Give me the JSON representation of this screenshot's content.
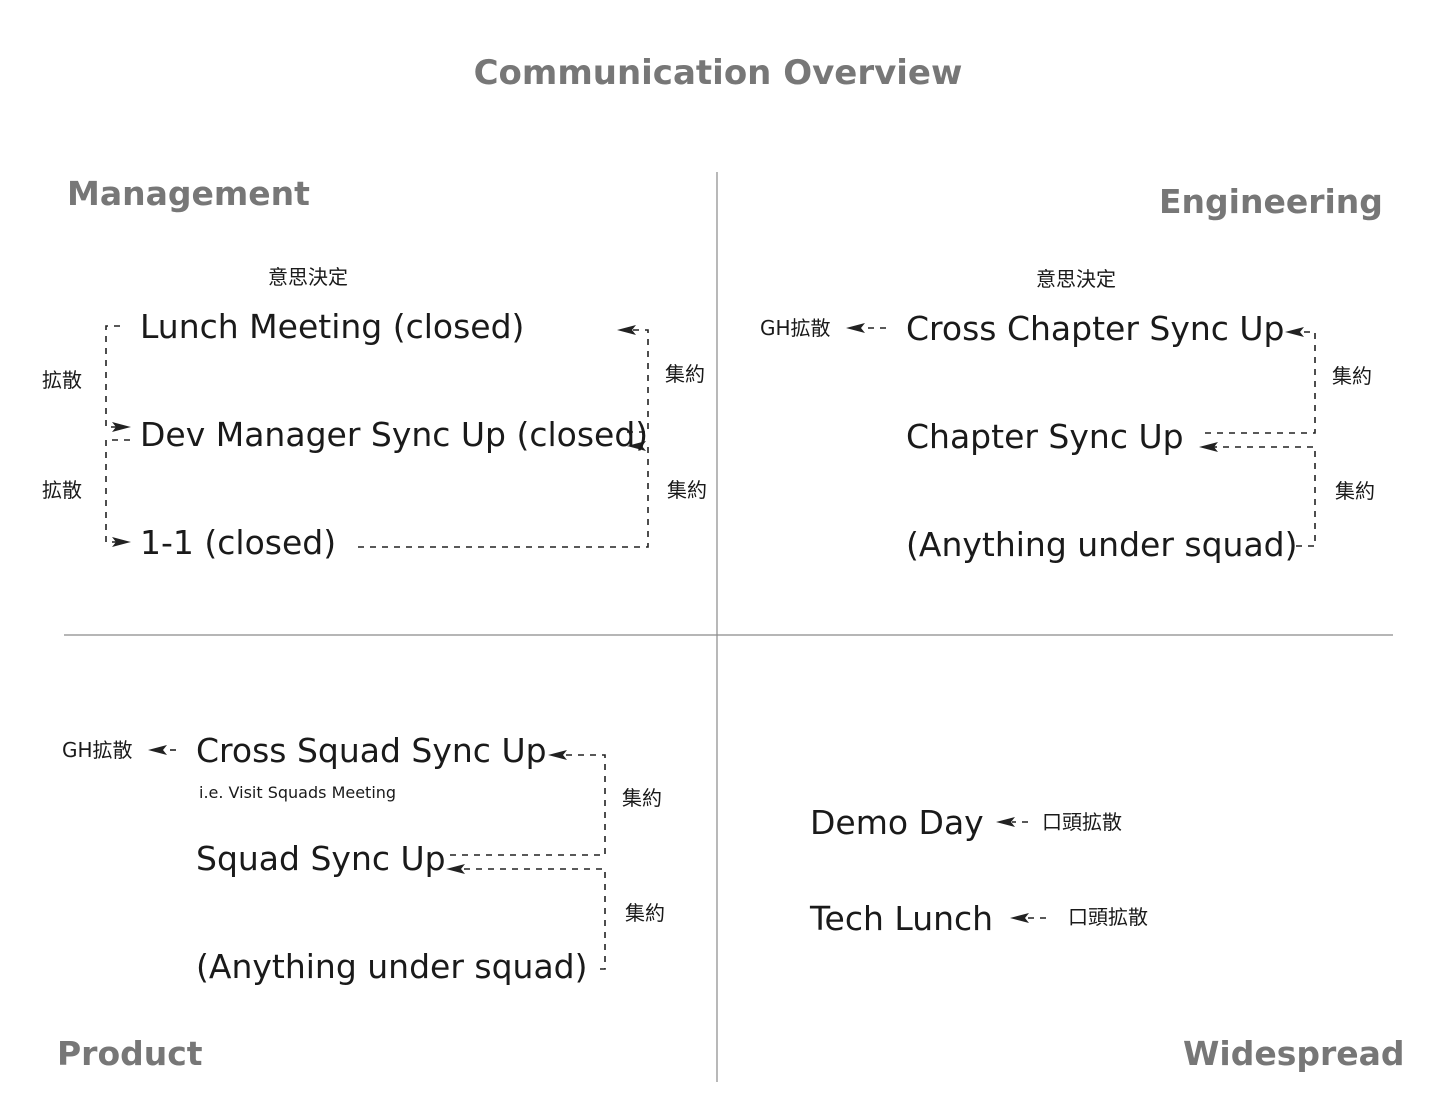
{
  "title": "Communication Overview",
  "quadrants": {
    "management": {
      "label": "Management",
      "decision_label": "意思決定",
      "nodes": [
        "Lunch Meeting (closed)",
        "Dev Manager Sync Up (closed)",
        "1-1 (closed)"
      ],
      "spread_labels": [
        "拡散",
        "拡散"
      ],
      "aggregate_labels": [
        "集約",
        "集約"
      ]
    },
    "engineering": {
      "label": "Engineering",
      "decision_label": "意思決定",
      "gh_spread_label": "GH拡散",
      "nodes": [
        "Cross Chapter Sync Up",
        "Chapter Sync Up",
        "(Anything under squad)"
      ],
      "aggregate_labels": [
        "集約",
        "集約"
      ]
    },
    "product": {
      "label": "Product",
      "gh_spread_label": "GH拡散",
      "nodes": [
        "Cross Squad Sync Up",
        "Squad Sync Up",
        "(Anything under squad)"
      ],
      "note": "i.e. Visit Squads Meeting",
      "aggregate_labels": [
        "集約",
        "集約"
      ]
    },
    "widespread": {
      "label": "Widespread",
      "nodes": [
        "Demo Day",
        "Tech Lunch"
      ],
      "oral_spread_labels": [
        "口頭拡散",
        "口頭拡散"
      ]
    }
  }
}
